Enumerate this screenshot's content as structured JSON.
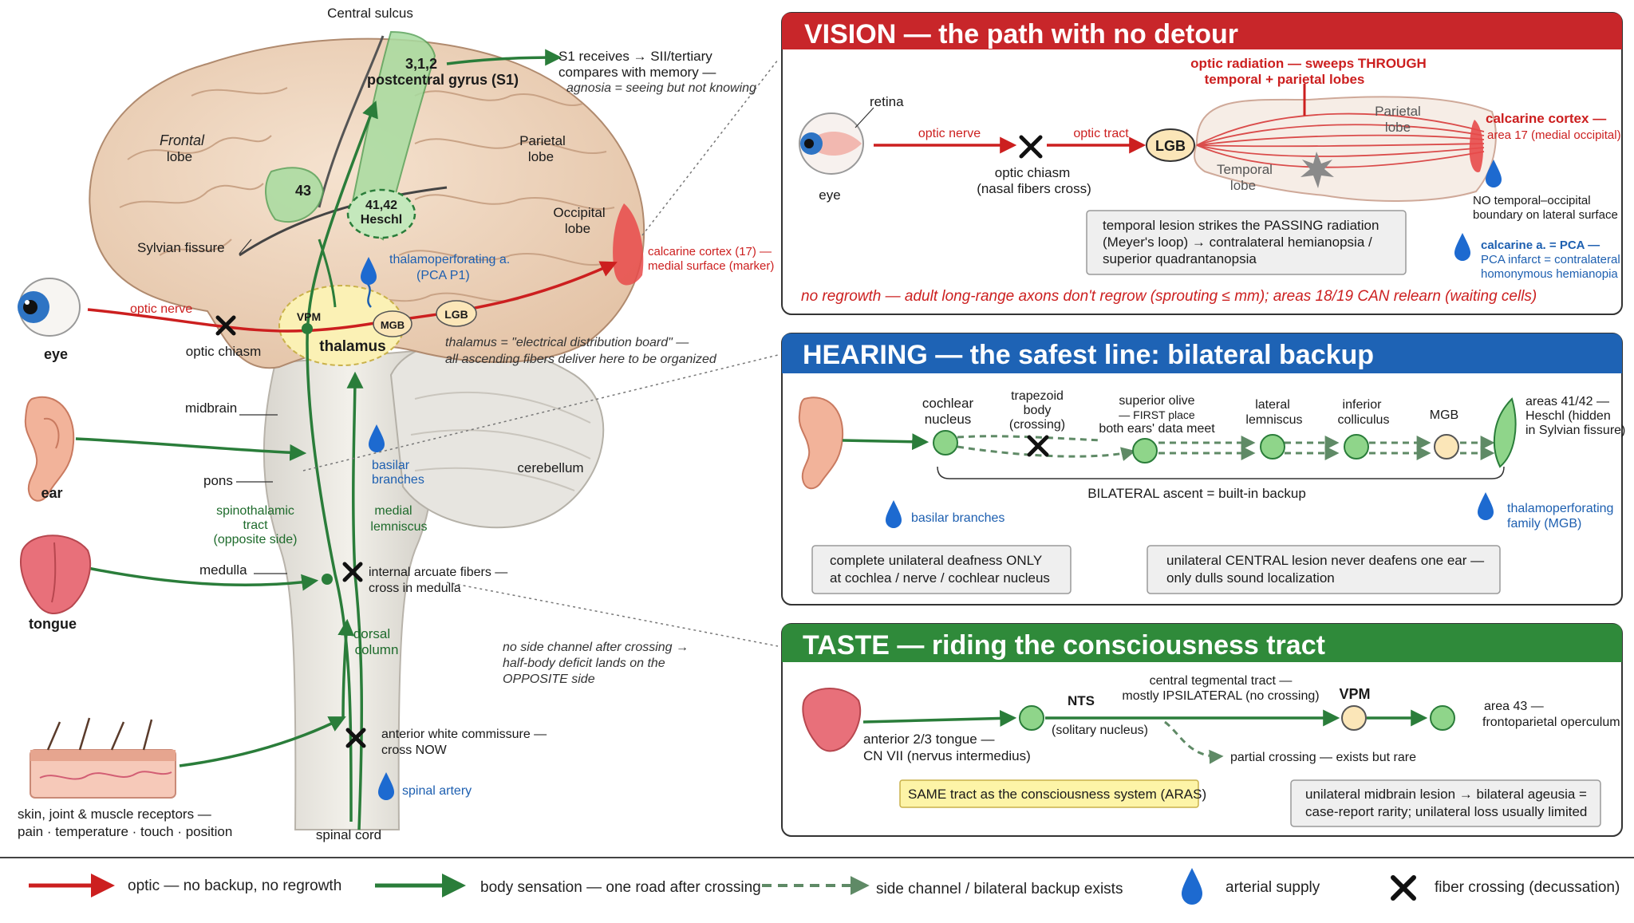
{
  "brain": {
    "central_sulcus": "Central sulcus",
    "s1_area": "3,1,2",
    "s1_label": "postcentral gyrus (S1)",
    "s1_note_1": "S1 receives → SII/tertiary",
    "s1_note_2": "compares with memory —",
    "s1_note_3": "agnosia = seeing but not knowing",
    "frontal_1": "Frontal",
    "frontal_2": "lobe",
    "parietal_1": "Parietal",
    "parietal_2": "lobe",
    "occipital_1": "Occipital",
    "occipital_2": "lobe",
    "area43": "43",
    "heschl_1": "41,42",
    "heschl_2": "Heschl",
    "sylvian": "Sylvian fissure",
    "thalamoperf_1": "thalamoperforating a.",
    "thalamoperf_2": "(PCA P1)",
    "calcarine_1": "calcarine cortex (17) —",
    "calcarine_2": "medial surface (marker)",
    "eye": "eye",
    "optic_nerve": "optic nerve",
    "optic_chiasm": "optic chiasm",
    "vpm": "VPM",
    "mgb": "MGB",
    "lgb": "LGB",
    "thalamus": "thalamus",
    "thalamus_note_1": "thalamus = \"electrical distribution board\" —",
    "thalamus_note_2": "all ascending fibers deliver here to be organized",
    "midbrain": "midbrain",
    "pons": "pons",
    "medulla": "medulla",
    "ear": "ear",
    "tongue": "tongue",
    "basilar_1": "basilar",
    "basilar_2": "branches",
    "cerebellum": "cerebellum",
    "spino_1": "spinothalamic",
    "spino_2": "tract",
    "spino_3": "(opposite side)",
    "ml_1": "medial",
    "ml_2": "lemniscus",
    "arcuate_1": "internal arcuate fibers —",
    "arcuate_2": "cross in medulla",
    "dorsal_1": "dorsal",
    "dorsal_2": "column",
    "side_note_1": "no side channel after crossing →",
    "side_note_2": "half-body deficit lands on the",
    "side_note_3": "OPPOSITE side",
    "awc_1": "anterior white commissure —",
    "awc_2": "cross NOW",
    "spinal_artery": "spinal artery",
    "skin_1": "skin, joint & muscle receptors —",
    "skin_2": "pain · temperature · touch · position",
    "spinal_cord": "spinal cord"
  },
  "vision": {
    "title": "VISION — the path with no detour",
    "retina": "retina",
    "eye": "eye",
    "optic_nerve": "optic nerve",
    "optic_chiasm": "optic chiasm",
    "chiasm_sub": "(nasal fibers cross)",
    "optic_tract": "optic tract",
    "lgb": "LGB",
    "radiation_1": "optic radiation — sweeps THROUGH",
    "radiation_2": "temporal + parietal lobes",
    "parietal_1": "Parietal",
    "parietal_2": "lobe",
    "temporal_1": "Temporal",
    "temporal_2": "lobe",
    "calcarine_1": "calcarine cortex —",
    "calcarine_2": "area 17 (medial occipital)",
    "no_boundary_1": "NO temporal–occipital",
    "no_boundary_2": "boundary on lateral surface",
    "pca_1": "calcarine a. = PCA —",
    "pca_2": "PCA infarct = contralateral",
    "pca_3": "homonymous hemianopia",
    "lesion_1": "temporal lesion strikes the PASSING radiation",
    "lesion_2": "(Meyer's loop) → contralateral hemianopsia /",
    "lesion_3": "superior quadrantanopsia",
    "regrowth": "no regrowth — adult long-range axons don't regrow (sprouting ≤ mm);  areas 18/19 CAN relearn (waiting cells)"
  },
  "hearing": {
    "title": "HEARING — the safest line: bilateral backup",
    "cochlear_1": "cochlear",
    "cochlear_2": "nucleus",
    "trapezoid_1": "trapezoid",
    "trapezoid_2": "body",
    "trapezoid_3": "(crossing)",
    "olive_1": "superior olive",
    "olive_2": "— FIRST place",
    "olive_3": "both ears' data meet",
    "lateral_1": "lateral",
    "lateral_2": "lemniscus",
    "inferior_1": "inferior",
    "inferior_2": "colliculus",
    "mgb": "MGB",
    "areas_1": "areas 41/42 —",
    "areas_2": "Heschl (hidden",
    "areas_3": "in Sylvian fissure)",
    "bilateral": "BILATERAL ascent = built-in backup",
    "basilar": "basilar branches",
    "thalamo_1": "thalamoperforating",
    "thalamo_2": "family (MGB)",
    "note1_1": "complete unilateral deafness ONLY",
    "note1_2": "at cochlea / nerve / cochlear nucleus",
    "note2_1": "unilateral CENTRAL lesion never deafens one ear —",
    "note2_2": "only dulls sound localization"
  },
  "taste": {
    "title": "TASTE — riding the consciousness tract",
    "nts": "NTS",
    "nts_sub": "(solitary nucleus)",
    "ctt_1": "central tegmental tract —",
    "ctt_2": "mostly IPSILATERAL (no crossing)",
    "vpm": "VPM",
    "area43_1": "area 43 —",
    "area43_2": "frontoparietal operculum",
    "tongue_1": "anterior 2/3 tongue —",
    "tongue_2": "CN VII (nervus intermedius)",
    "partial": "partial crossing — exists but rare",
    "same": "SAME tract as the consciousness system (ARAS)",
    "note_1": "unilateral midbrain lesion → bilateral ageusia =",
    "note_2": "case-report rarity; unilateral loss usually limited"
  },
  "legend": {
    "optic": "optic — no backup, no regrowth",
    "body": "body sensation — one road after crossing",
    "side": "side channel / bilateral backup exists",
    "arterial": "arterial supply",
    "crossing": "fiber crossing (decussation)"
  },
  "colors": {
    "red": "#cc1f1f",
    "green": "#2a7d3a",
    "blue": "#1d5fb0",
    "vision_header": "#c8262a",
    "hearing_header": "#1e63b5",
    "taste_header": "#2f8a3a"
  }
}
